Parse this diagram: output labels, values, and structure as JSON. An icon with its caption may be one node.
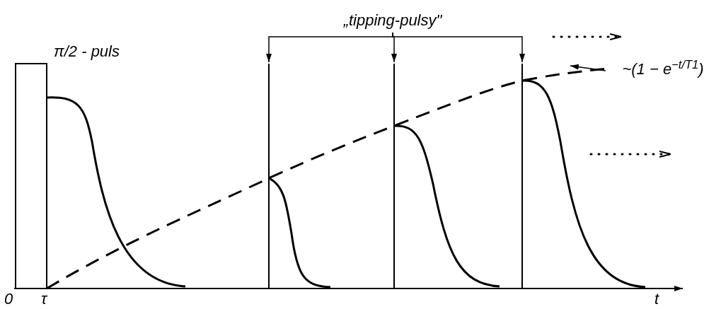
{
  "diagram": {
    "nodes": [
      {
        "text": [
          "„tipping-pulsy\""
        ]
      },
      {
        "text": [],
        "shape": "bar"
      },
      {
        "text": [],
        "shape": "bar"
      },
      {
        "text": [],
        "shape": "bar"
      },
      {
        "text": [
          "~(1 − e$^{−t/T1}$)"
        ]
      }
    ],
    "edges": [
      {
        "from": 0,
        "to": 1,
        "arrow": "to"
      },
      {
        "from": 0,
        "to": 2,
        "arrow": "to"
      },
      {
        "from": 0,
        "to": 3,
        "arrow": "to"
      },
      {
        "from": 4,
        "to": null,
        "arrow": "to"
      }
    ],
    "labels": [
      "π/2 - puls",
      "0",
      "τ",
      "t"
    ]
  }
}
